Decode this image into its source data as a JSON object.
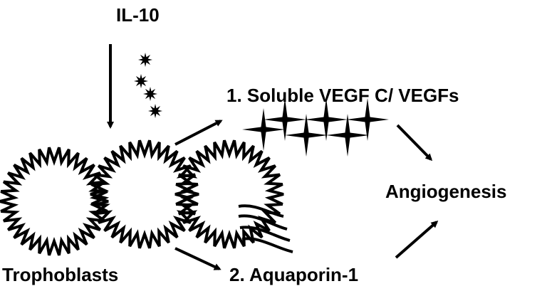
{
  "labels": {
    "cytokine": "IL-10",
    "soluble": "1. Soluble VEGF C/ VEGFs",
    "outcome": "Angiogenesis",
    "cells": "Trophoblasts",
    "aquaporin": "2. Aquaporin-1"
  },
  "colors": {
    "ink": "#000000",
    "background": "#ffffff"
  },
  "icons": {
    "cytokine_marker": "asterisk-star-icon",
    "vegf_marker": "four-point-star-icon",
    "aquaporin_marker": "wavy-lines-icon"
  }
}
